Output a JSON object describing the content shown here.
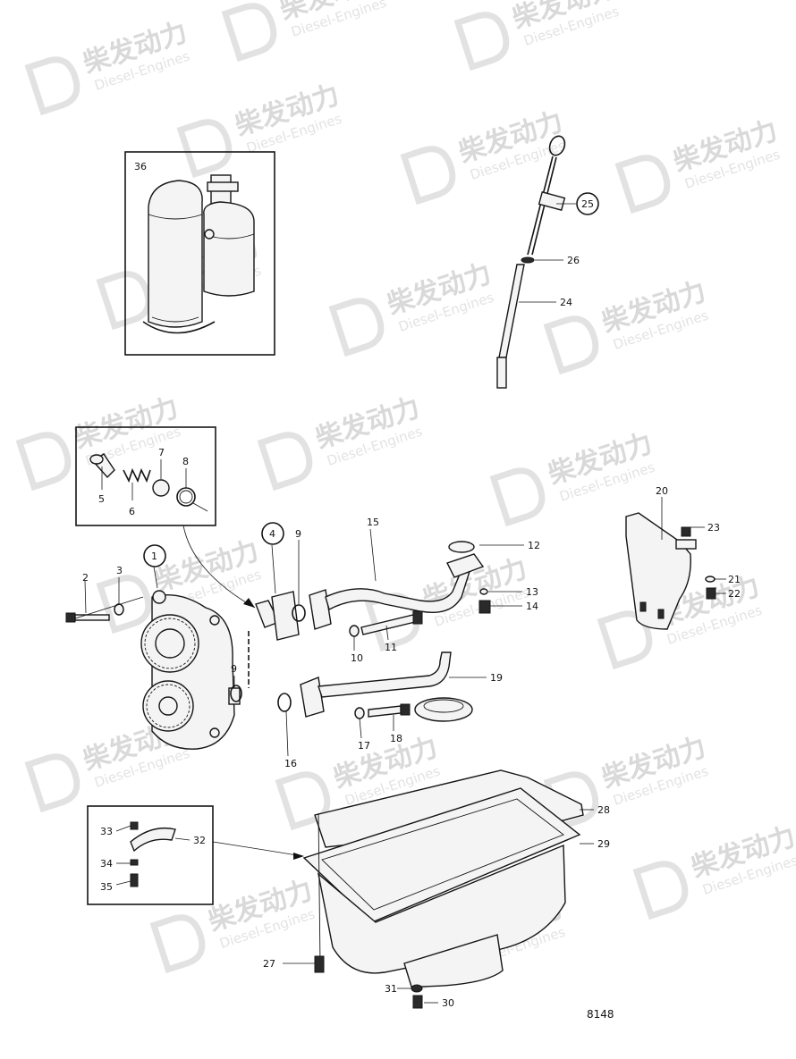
{
  "watermark": {
    "brand_cn": "柴发动力",
    "brand_en": "Diesel-Engines"
  },
  "callouts": [
    {
      "id": "2"
    },
    {
      "id": "3"
    },
    {
      "id": "1"
    },
    {
      "id": "4"
    },
    {
      "id": "9"
    },
    {
      "id": "15"
    },
    {
      "id": "12"
    },
    {
      "id": "13"
    },
    {
      "id": "14"
    },
    {
      "id": "10"
    },
    {
      "id": "11"
    },
    {
      "id": "5"
    },
    {
      "id": "6"
    },
    {
      "id": "7"
    },
    {
      "id": "8"
    },
    {
      "id": "36"
    },
    {
      "id": "25"
    },
    {
      "id": "26"
    },
    {
      "id": "24"
    },
    {
      "id": "20"
    },
    {
      "id": "23"
    },
    {
      "id": "21"
    },
    {
      "id": "22"
    },
    {
      "id": "19"
    },
    {
      "id": "17"
    },
    {
      "id": "18"
    },
    {
      "id": "16"
    },
    {
      "id": "28"
    },
    {
      "id": "29"
    },
    {
      "id": "33"
    },
    {
      "id": "32"
    },
    {
      "id": "34"
    },
    {
      "id": "35"
    },
    {
      "id": "27"
    },
    {
      "id": "31"
    },
    {
      "id": "30"
    },
    {
      "id": "9"
    }
  ],
  "drawing_number": "8148"
}
